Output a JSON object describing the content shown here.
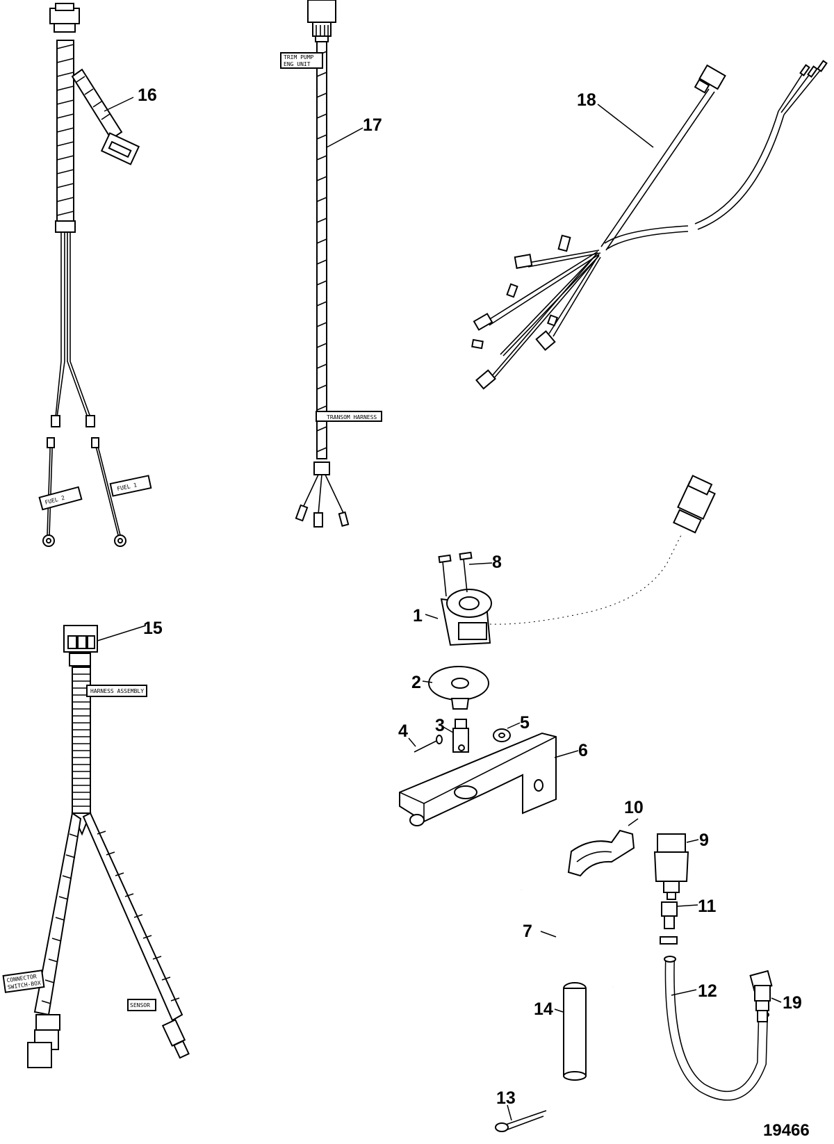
{
  "figure_number": "19466",
  "callouts": {
    "c1": "1",
    "c2": "2",
    "c3": "3",
    "c4": "4",
    "c5": "5",
    "c6": "6",
    "c7": "7",
    "c8": "8",
    "c9": "9",
    "c10": "10",
    "c11": "11",
    "c12": "12",
    "c13": "13",
    "c14": "14",
    "c15": "15",
    "c16": "16",
    "c17": "17",
    "c18": "18",
    "c19": "19"
  },
  "harness_tags": {
    "fuel1": "FUEL 1",
    "fuel2": "FUEL 2",
    "tilt": "TRIM PUMP",
    "tilt2": "ENG UNIT",
    "transom": "TRANSOM HARNESS",
    "h15a": "HARNESS ASSEMBLY",
    "h15b": "CONNECTOR",
    "h15c": "SWITCH-BOX",
    "h15d": "SENSOR"
  }
}
